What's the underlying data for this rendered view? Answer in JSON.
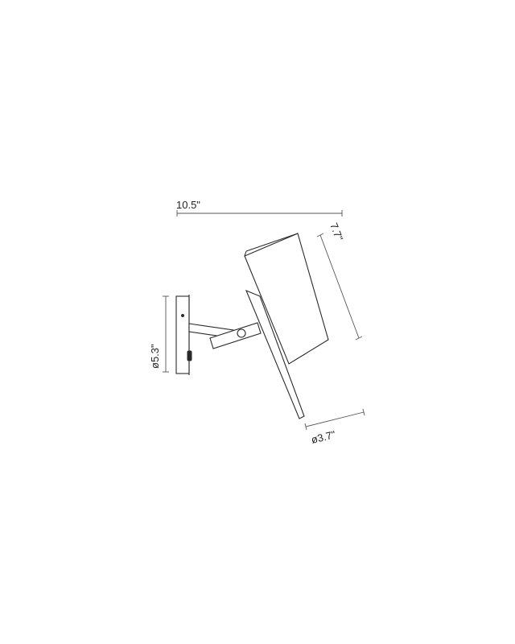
{
  "dimensions": {
    "width": "10.5\"",
    "height": "7.7\"",
    "base_diameter": "ø5.3\"",
    "shade_diameter": "ø3.7\""
  },
  "colors": {
    "line": "#2a2a2a",
    "dimension": "#555555",
    "background": "#ffffff"
  }
}
